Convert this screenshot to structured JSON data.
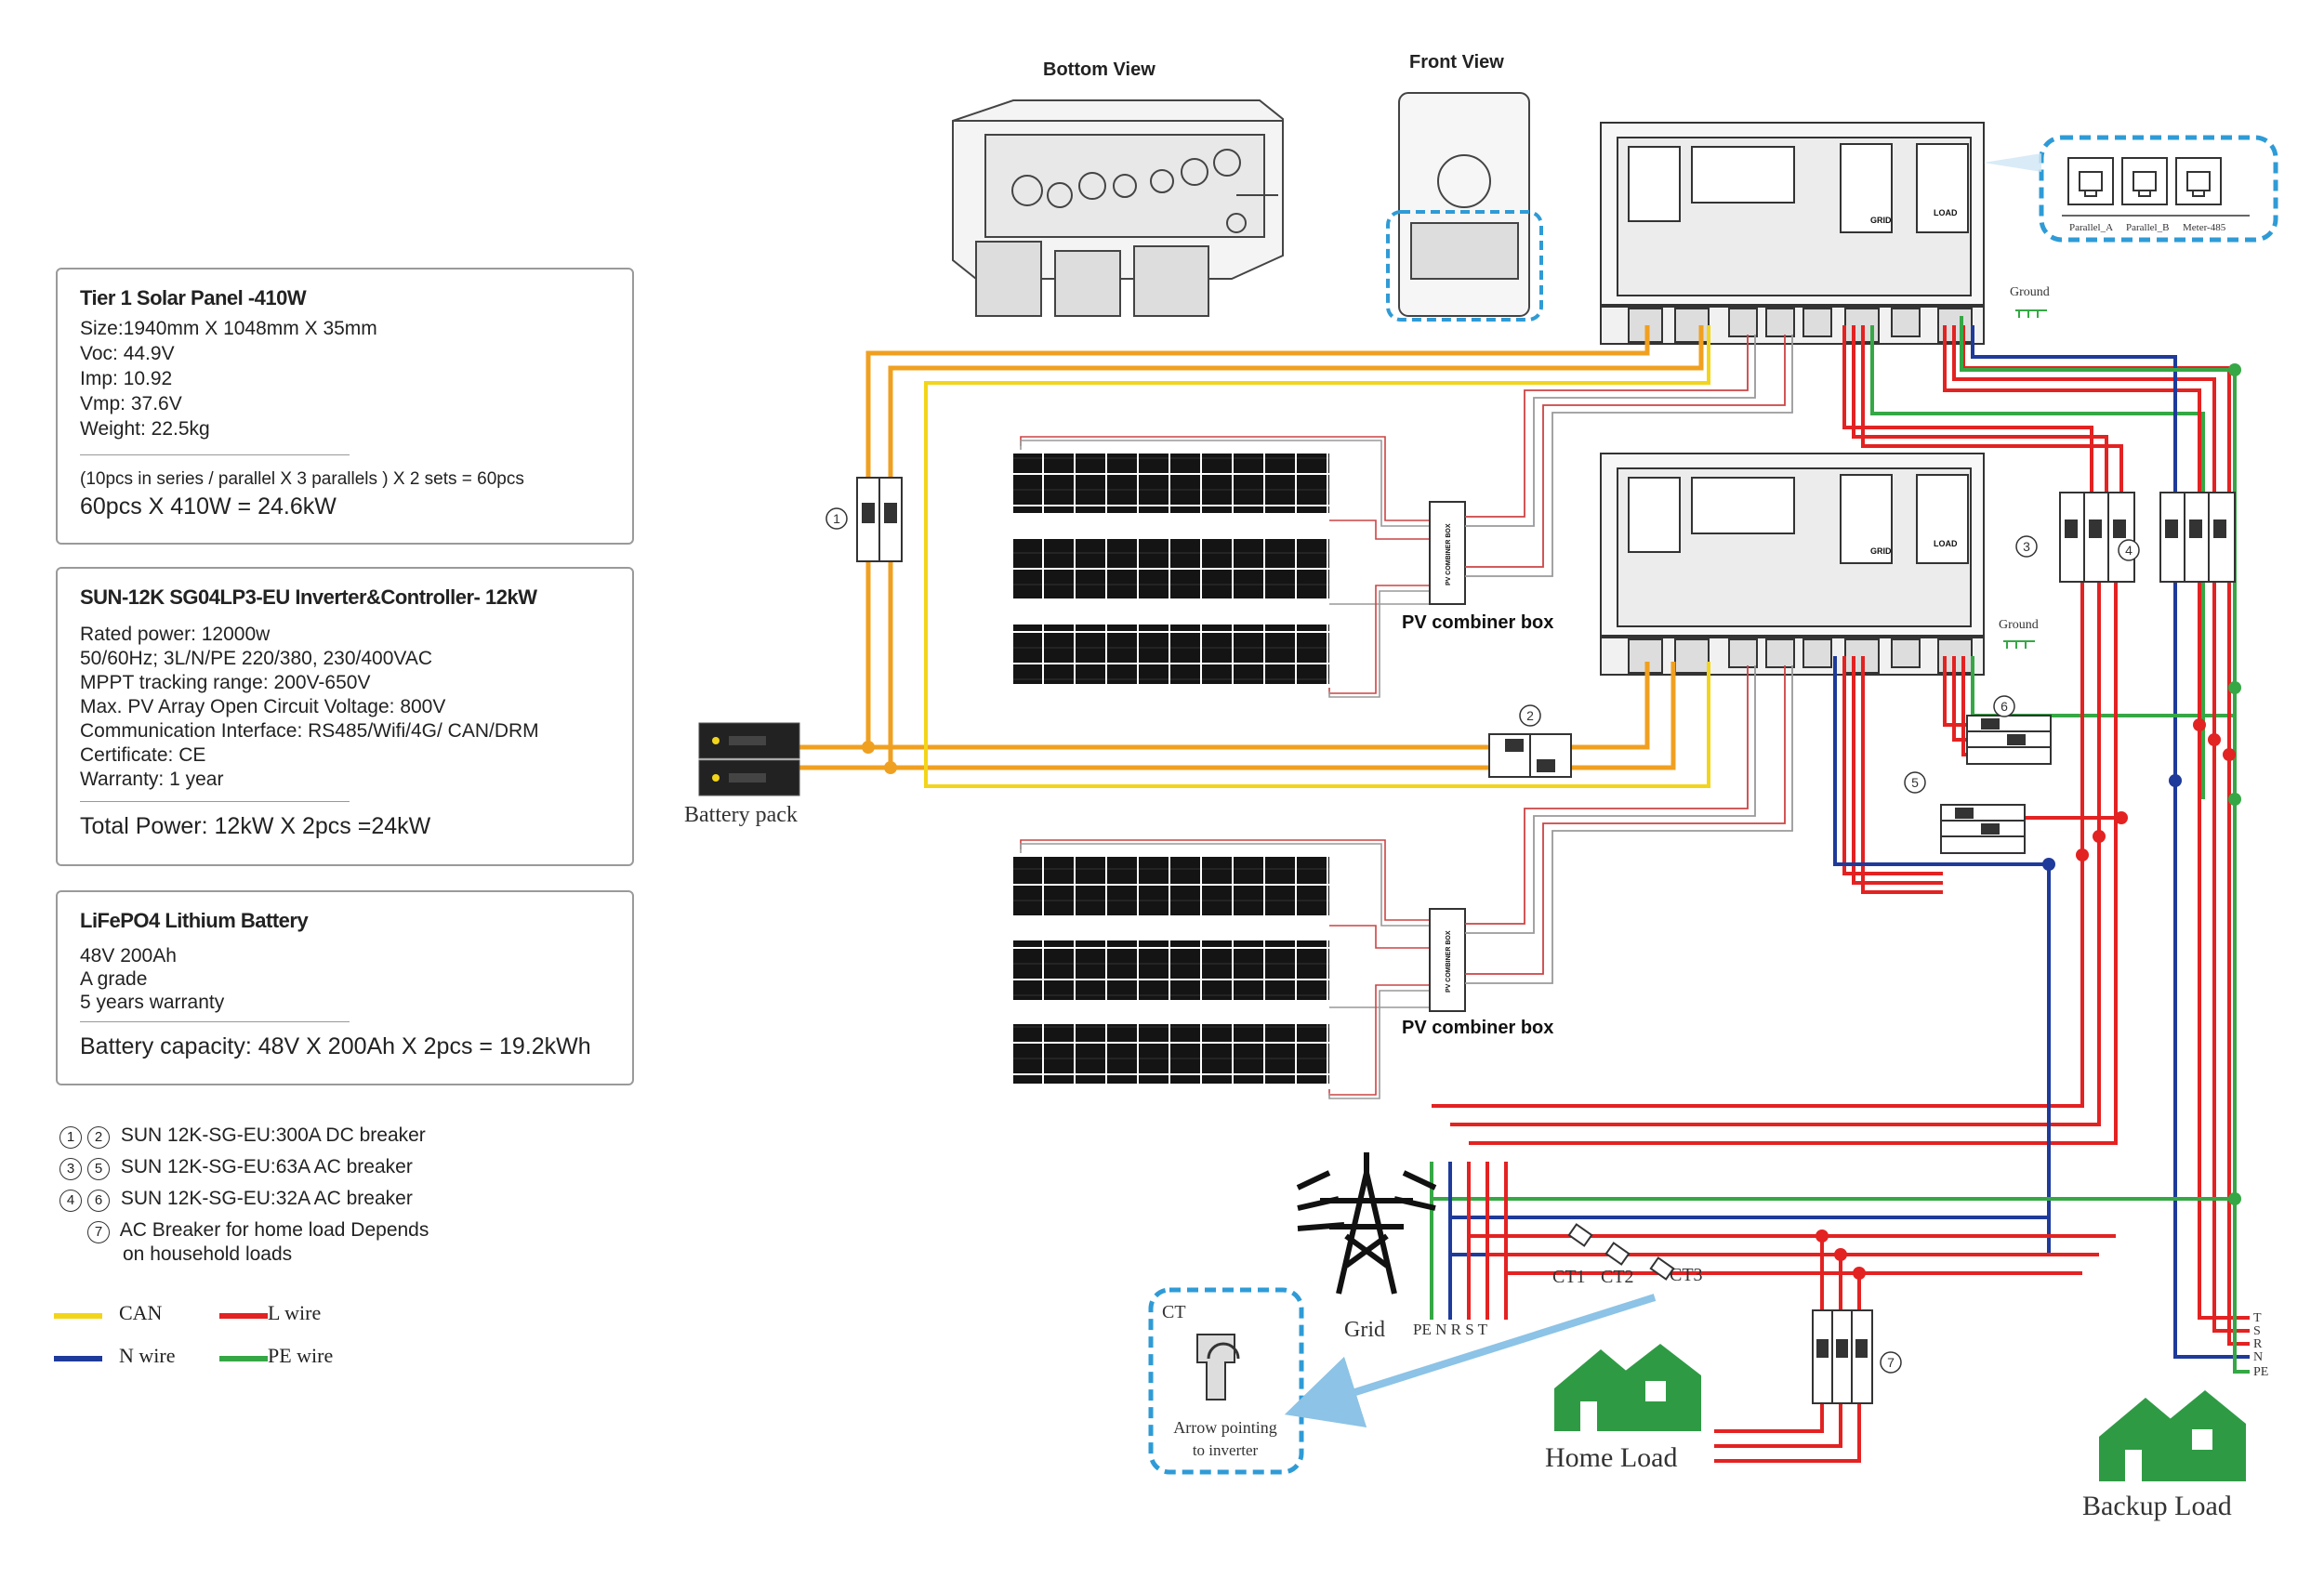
{
  "views": {
    "bottom_view": "Bottom View",
    "front_view": "Front View"
  },
  "solar_panel": {
    "title": "Tier 1 Solar Panel -410W",
    "lines": [
      "Size:1940mm X 1048mm X 35mm",
      "Voc: 44.9V",
      "Imp: 10.92",
      "Vmp: 37.6V",
      "Weight: 22.5kg"
    ],
    "config": "(10pcs in series / parallel X 3 parallels ) X 2 sets = 60pcs",
    "total": "60pcs X 410W = 24.6kW"
  },
  "inverter": {
    "title": "SUN-12K SG04LP3-EU Inverter&Controller- 12kW",
    "lines": [
      "Rated power: 12000w",
      "50/60Hz; 3L/N/PE 220/380, 230/400VAC",
      "MPPT tracking range: 200V-650V",
      "Max. PV Array Open Circuit Voltage: 800V",
      "Communication Interface: RS485/Wifi/4G/ CAN/DRM",
      "Certificate: CE",
      "Warranty: 1 year"
    ],
    "total": "Total Power: 12kW X 2pcs =24kW"
  },
  "battery": {
    "title": "LiFePO4 Lithium Battery",
    "lines": [
      "48V 200Ah",
      "A grade",
      "5 years warranty"
    ],
    "total": "Battery capacity: 48V X 200Ah X 2pcs = 19.2kWh"
  },
  "breakers": [
    {
      "nums": [
        "1",
        "2"
      ],
      "text": "SUN 12K-SG-EU:300A DC breaker"
    },
    {
      "nums": [
        "3",
        "5"
      ],
      "text": "SUN 12K-SG-EU:63A AC breaker"
    },
    {
      "nums": [
        "4",
        "6"
      ],
      "text": "SUN 12K-SG-EU:32A AC breaker"
    },
    {
      "nums": [
        "7"
      ],
      "text": "AC Breaker for home load Depends"
    }
  ],
  "breaker_note_line2": "on household loads",
  "wire_legend": {
    "can": "CAN",
    "l_wire": "L wire",
    "n_wire": "N wire",
    "pe_wire": "PE wire"
  },
  "colors": {
    "can": "#f2d51a",
    "l_wire": "#e32222",
    "n_wire": "#1e3a9a",
    "pe_wire": "#35a845",
    "dc": "#f0a020",
    "callout": "#2f9bd6"
  },
  "labels": {
    "battery_pack": "Battery pack",
    "pv_combiner_1": "PV combiner box",
    "pv_combiner_2": "PV combiner box",
    "combiner_vertical": "PV COMBINER BOX",
    "ground_1": "Ground",
    "ground_2": "Ground",
    "grid": "Grid",
    "grid_terminals": "PE N R S T",
    "ct1": "CT1",
    "ct2": "CT2",
    "ct3": "CT3",
    "home_load": "Home Load",
    "backup_load": "Backup Load",
    "backup_terminals": [
      "T",
      "S",
      "R",
      "N",
      "PE"
    ],
    "ct_box_title": "CT",
    "ct_box_line1": "Arrow pointing",
    "ct_box_line2": "to inverter",
    "ports": [
      "Parallel_A",
      "Parallel_B",
      "Meter-485"
    ],
    "inverter_grid": "GRID",
    "inverter_load": "LOAD",
    "breaker_markers": [
      "1",
      "2",
      "3",
      "4",
      "5",
      "6",
      "7"
    ]
  }
}
